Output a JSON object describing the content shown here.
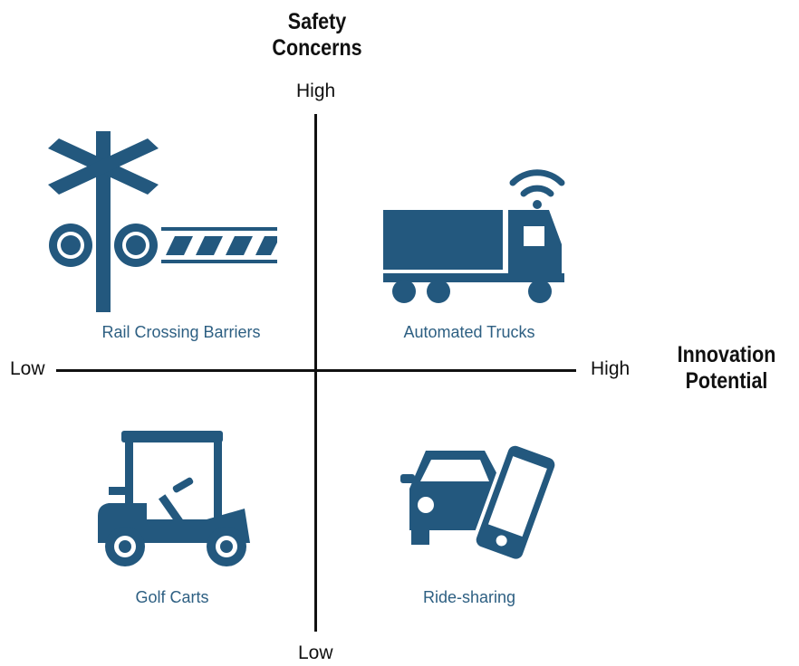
{
  "y_axis": {
    "title_line1": "Safety",
    "title_line2": "Concerns",
    "high_label": "High",
    "low_label": "Low"
  },
  "x_axis": {
    "title_line1": "Innovation",
    "title_line2": "Potential",
    "low_label": "Low",
    "high_label": "High"
  },
  "quadrants": [
    {
      "label": "Rail Crossing Barriers",
      "icon": "rail-crossing-icon"
    },
    {
      "label": "Automated Trucks",
      "icon": "automated-truck-icon"
    },
    {
      "label": "Golf Carts",
      "icon": "golf-cart-icon"
    },
    {
      "label": "Ride-sharing",
      "icon": "ride-sharing-icon"
    }
  ],
  "colors": {
    "icon": "#23587e",
    "label": "#2d5f82",
    "axis": "#111111"
  }
}
